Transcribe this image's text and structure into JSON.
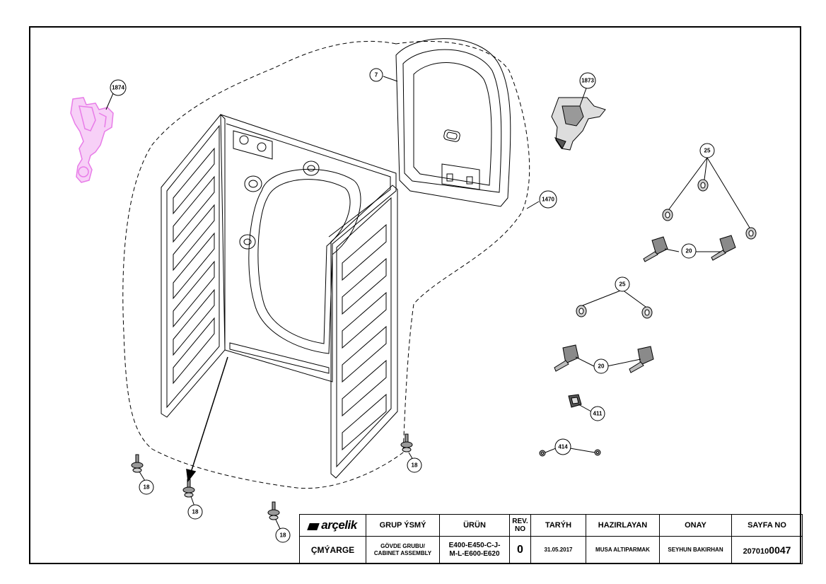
{
  "callouts": {
    "c1874": "1874",
    "c1873": "1873",
    "c7": "7",
    "c1470": "1470",
    "c25a": "25",
    "c25b": "25",
    "c20a": "20",
    "c20b": "20",
    "c411": "411",
    "c414": "414",
    "c18a": "18",
    "c18b": "18",
    "c18c": "18",
    "c18d": "18"
  },
  "title_block": {
    "brand": "arçelik",
    "headers": {
      "group_name": "GRUP ÝSMÝ",
      "product": "ÜRÜN",
      "rev_no_line1": "REV.",
      "rev_no_line2": "NO",
      "date": "TARÝH",
      "prepared_by": "HAZIRLAYAN",
      "approval": "ONAY",
      "page_no": "SAYFA NO"
    },
    "values": {
      "org": "ÇMÝARGE",
      "group_line1": "GÖVDE GRUBU/",
      "group_line2": "CABINET ASSEMBLY",
      "product_line1": "E400-E450-C-J-",
      "product_line2": "M-L-E600-E620",
      "rev": "0",
      "date": "31.05.2017",
      "prepared_by": "MUSA ALTIPARMAK",
      "approval": "SEYHUN BAKIRHAN",
      "page_prefix": "207010",
      "page_suffix": "0047"
    }
  },
  "colors": {
    "highlight_part": "#e87ce8",
    "line": "#000000",
    "background": "#ffffff"
  }
}
